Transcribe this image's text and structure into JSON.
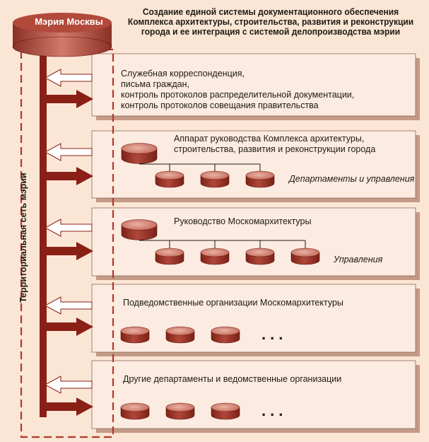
{
  "title": "Создание единой системы документационного обеспечения Комплекса архитектуры, строительства, развития и реконструкции города и ее интеграция с системой делопроизводства мэрии",
  "hq_label": "Мэрия Москвы",
  "network_label": "Территориальная сеть мэрии",
  "panels": [
    {
      "lines": [
        "Служебная корреспонденция,",
        "письма граждан,",
        "контроль протоколов распределительной документации,",
        "контроль протоколов совещания правительства"
      ]
    },
    {
      "lines": [
        "Аппарат руководства Комплекса архитектуры,",
        "строительства, развития и реконструкции города"
      ],
      "caption": "Департаменты и управления"
    },
    {
      "lines": [
        "Руководство Москомархитектуры"
      ],
      "caption": "Управления"
    },
    {
      "lines": [
        "Подведомственные организации Москомархитектуры"
      ],
      "ellipsis": "..."
    },
    {
      "lines": [
        "Другие департаменты и ведомственные организации"
      ],
      "ellipsis": "..."
    }
  ],
  "colors": {
    "background": "#fbe6d5",
    "panel_fill": "#fcebe0",
    "panel_shadow": "#c49a86",
    "arrow": "#8a1f16",
    "dashed_line": "#b03a2c",
    "disk_top": "#d98a7a",
    "disk_body": "#a33a2e"
  }
}
